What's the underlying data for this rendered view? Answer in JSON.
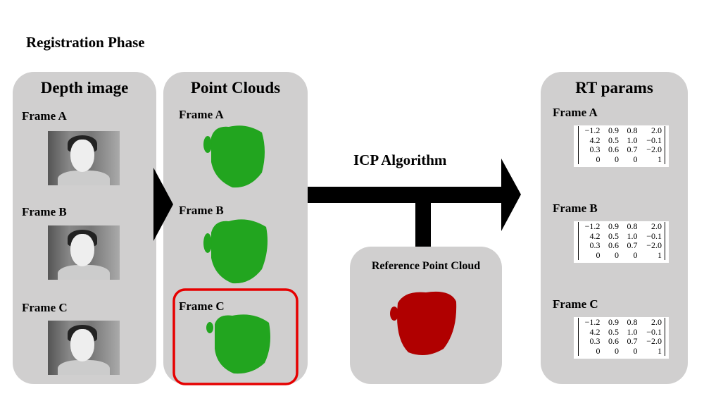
{
  "title": "Registration Phase",
  "depth_panel": {
    "title": "Depth image",
    "frames": [
      "Frame A",
      "Frame B",
      "Frame C"
    ]
  },
  "pointcloud_panel": {
    "title": "Point Clouds",
    "frames": [
      "Frame A",
      "Frame B",
      "Frame C"
    ],
    "highlighted_frame": "Frame C"
  },
  "icp_label": "ICP Algorithm",
  "reference_panel": {
    "title": "Reference Point Cloud"
  },
  "rt_panel": {
    "title": "RT params",
    "frames": [
      {
        "label": "Frame A",
        "matrix": [
          [
            "−1.2",
            "0.9",
            "0.8",
            "2.0"
          ],
          [
            "4.2",
            "0.5",
            "1.0",
            "−0.1"
          ],
          [
            "0.3",
            "0.6",
            "0.7",
            "−2.0"
          ],
          [
            "0",
            "0",
            "0",
            "1"
          ]
        ]
      },
      {
        "label": "Frame B",
        "matrix": [
          [
            "−1.2",
            "0.9",
            "0.8",
            "2.0"
          ],
          [
            "4.2",
            "0.5",
            "1.0",
            "−0.1"
          ],
          [
            "0.3",
            "0.6",
            "0.7",
            "−2.0"
          ],
          [
            "0",
            "0",
            "0",
            "1"
          ]
        ]
      },
      {
        "label": "Frame C",
        "matrix": [
          [
            "−1.2",
            "0.9",
            "0.8",
            "2.0"
          ],
          [
            "4.2",
            "0.5",
            "1.0",
            "−0.1"
          ],
          [
            "0.3",
            "0.6",
            "0.7",
            "−2.0"
          ],
          [
            "0",
            "0",
            "0",
            "1"
          ]
        ]
      }
    ]
  },
  "colors": {
    "panel": "#d0cfcf",
    "point_cloud": "#22a51f",
    "reference_cloud": "#b00000",
    "highlight": "#e60000"
  }
}
